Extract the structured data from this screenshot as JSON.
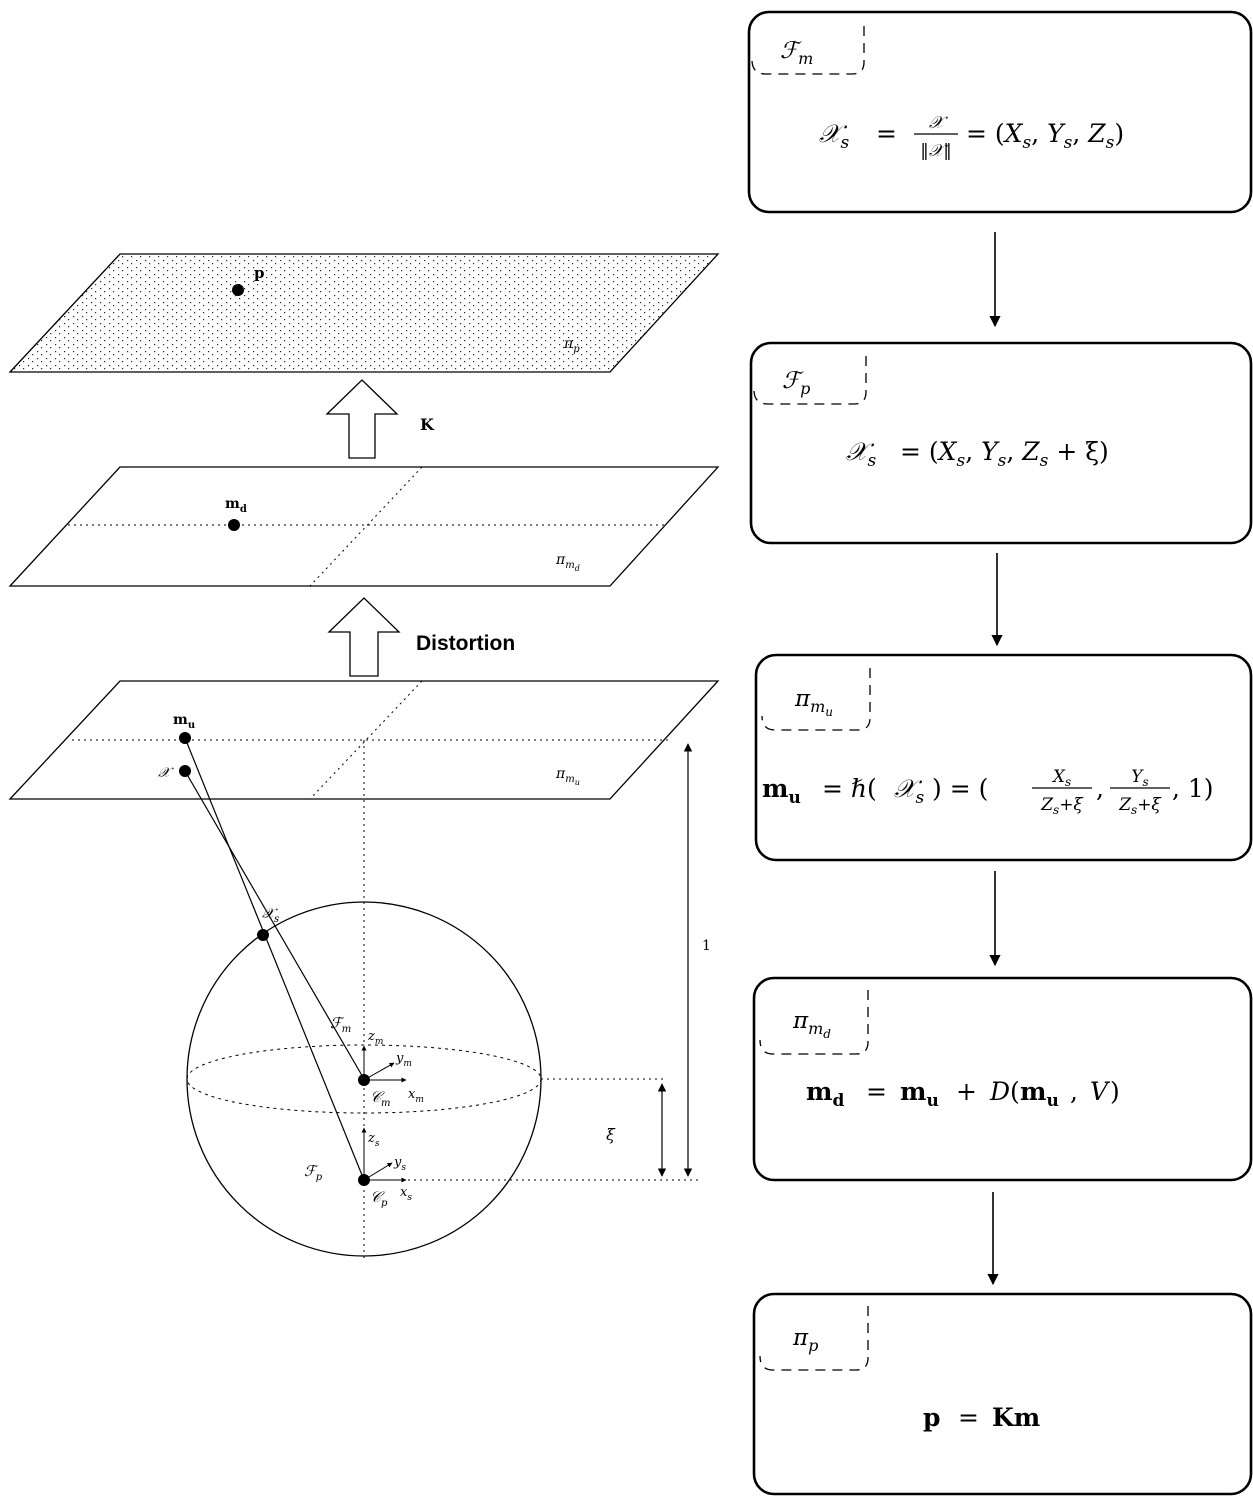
{
  "labels": {
    "p": "p",
    "pi_p": "π",
    "pi_p_sub": "p",
    "K": "K",
    "m_d": "m",
    "m_d_sub": "d",
    "pi_md": "π",
    "pi_md_sub": "m",
    "pi_md_subsub": "d",
    "distortion": "Distortion",
    "m_u": "m",
    "m_u_sub": "u",
    "pi_mu": "π",
    "pi_mu_sub": "m",
    "pi_mu_subsub": "u",
    "X": "𝒳",
    "Xs": "𝒳",
    "Xs_sub": "s",
    "one": "1",
    "xi": "ξ",
    "Fm": "ℱ",
    "Fm_sub": "m",
    "zm": "z",
    "zm_sub": "m",
    "ym": "y",
    "ym_sub": "m",
    "xm": "x",
    "xm_sub": "m",
    "Cm": "𝒞",
    "Cm_sub": "m",
    "zs": "z",
    "zs_sub": "s",
    "ys": "y",
    "ys_sub": "s",
    "xs": "x",
    "xs_sub": "s",
    "Fp": "ℱ",
    "Fp_sub": "p",
    "Cp": "𝒞",
    "Cp_sub": "p"
  },
  "boxes": [
    {
      "tag": "ℱ",
      "tag_sub": "m",
      "tag_subsub": "",
      "eq": {
        "lhs": "𝒳",
        "lhs_sub": "s",
        "eq1": "=",
        "num": "𝒳",
        "den": "‖𝒳‖",
        "rest_parts": [
          "= (",
          "X",
          "s",
          ", ",
          "Y",
          "s",
          ", ",
          "Z",
          "s",
          ")"
        ]
      }
    },
    {
      "tag": "ℱ",
      "tag_sub": "p",
      "tag_subsub": "",
      "eq": {
        "lhs": "𝒳",
        "lhs_sub": "s",
        "rest_parts": [
          "= (",
          "X",
          "s",
          ", ",
          "Y",
          "s",
          ", ",
          "Z",
          "s",
          " + ξ)"
        ]
      }
    },
    {
      "tag": "π",
      "tag_sub": "m",
      "tag_subsub": "u",
      "eq": {
        "lhs": "m",
        "lhs_sub": "u",
        "mid": "= ℏ(",
        "x": "𝒳",
        "x_sub": "s",
        "mid2": ") = (",
        "f1_num": "X",
        "f1_num_sub": "s",
        "f1_den": "Z",
        "f1_den_sub": "s",
        "f1_den_tail": "+ξ",
        "comma": ",",
        "f2_num": "Y",
        "f2_num_sub": "s",
        "f2_den": "Z",
        "f2_den_sub": "s",
        "f2_den_tail": "+ξ",
        "tail": ", 1)"
      }
    },
    {
      "tag": "π",
      "tag_sub": "m",
      "tag_subsub": "d",
      "eq": {
        "lhs": "m",
        "lhs_sub": "d",
        "mid": "=",
        "m2": "m",
        "m2_sub": "u",
        "plus": "+",
        "D": "D",
        "open": "(",
        "m3": "m",
        "m3_sub": "u",
        "comma": ", ",
        "V": "V",
        "close": ")"
      }
    },
    {
      "tag": "π",
      "tag_sub": "p",
      "tag_subsub": "",
      "eq": {
        "lhs": "p",
        "mid": "=",
        "rhs": "Km"
      }
    }
  ]
}
